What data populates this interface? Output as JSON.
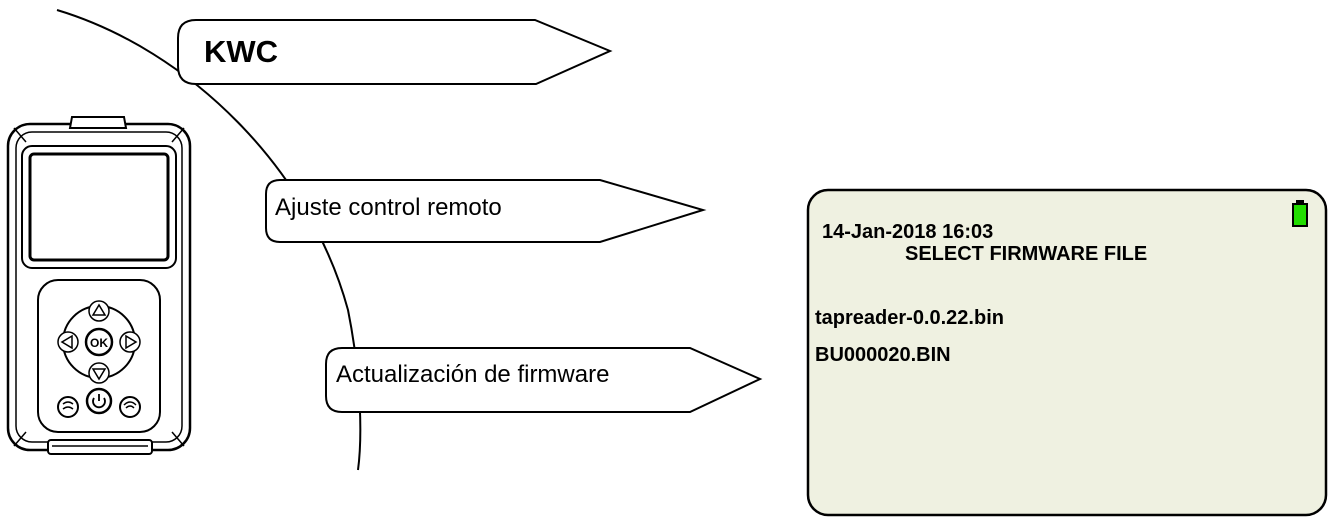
{
  "brand": "KWC",
  "menu": {
    "level1": "Ajuste control remoto",
    "level2": "Actualización de firmware"
  },
  "screen": {
    "datetime": "14-Jan-2018 16:03",
    "header": "SELECT FIRMWARE FILE",
    "files": [
      "tapreader-0.0.22.bin",
      "BU000020.BIN"
    ],
    "battery_color": "#22dd00",
    "background_color": "#eff1e1"
  },
  "device": {
    "buttons": [
      "up-icon",
      "left-icon",
      "ok-button",
      "right-icon",
      "down-icon",
      "menu-icon",
      "power-icon",
      "remote-icon"
    ],
    "ok_label": "OK"
  }
}
